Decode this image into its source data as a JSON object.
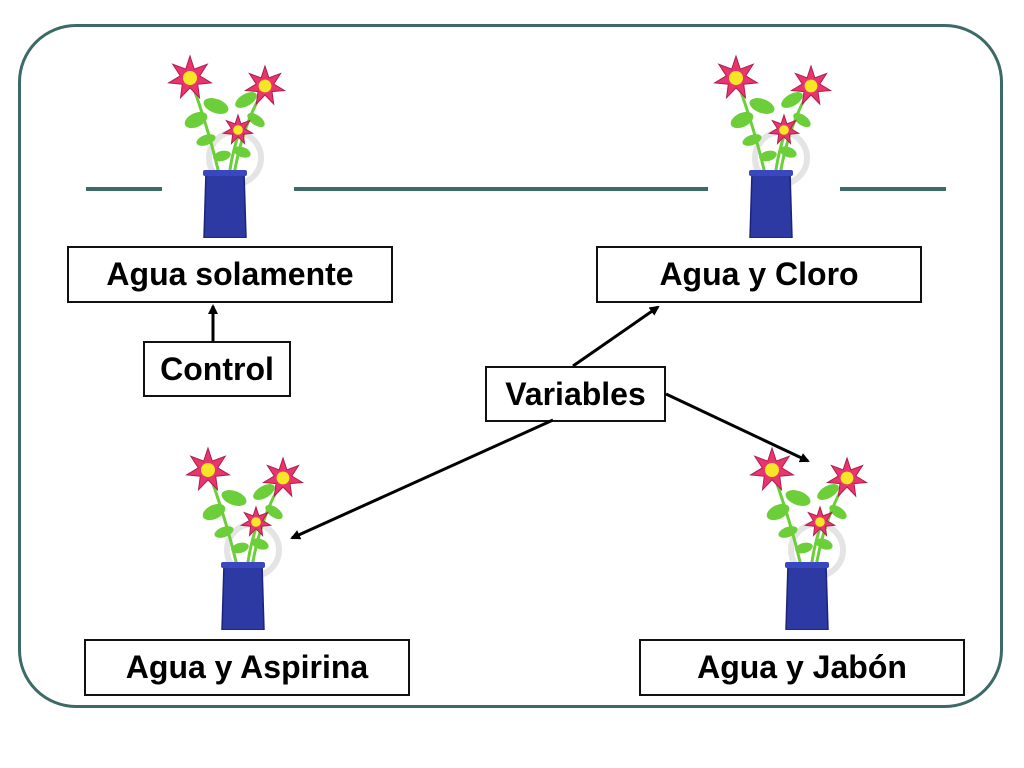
{
  "labels": {
    "water_only": "Agua solamente",
    "water_chlorine": "Agua y Cloro",
    "control": "Control",
    "variables": "Variables",
    "water_aspirin": "Agua y Aspirina",
    "water_soap": "Agua y Jabón"
  },
  "plants": [
    {
      "name": "plant-water-only"
    },
    {
      "name": "plant-water-chlorine"
    },
    {
      "name": "plant-water-aspirin"
    },
    {
      "name": "plant-water-soap"
    }
  ],
  "colors": {
    "frame": "#3c6a66",
    "petal": "#e8356d",
    "center": "#f5e626",
    "leaf": "#6ccf3a",
    "vase": "#2e3aa3"
  },
  "icons": [
    "flower-vase-icon",
    "arrow-icon"
  ]
}
